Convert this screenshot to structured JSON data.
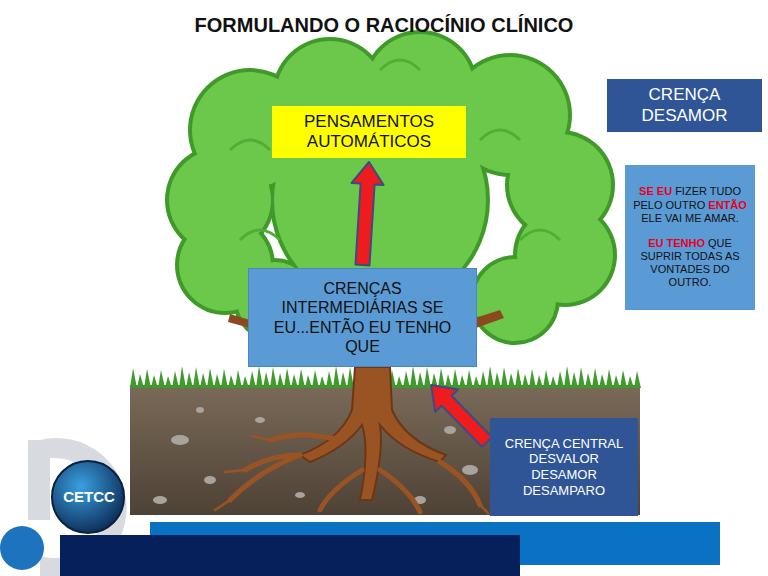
{
  "diagram": {
    "title": "FORMULANDO O RACIOCÍNIO CLÍNICO",
    "nodes": [
      {
        "text": [
          "PENSAMENTOS AUTOMÁTICOS"
        ]
      },
      {
        "text": [
          "CRENÇAS INTERMEDIÁRIAS SE EU...ENTÃO EU TENHO QUE"
        ]
      },
      {
        "text": [
          "CRENÇA CENTRAL DESVALOR DESAMOR DESAMPARO"
        ]
      },
      {
        "text": [
          "CRENÇA DESAMOR"
        ]
      },
      {
        "text": [
          "SE EU",
          "FIZER TUDO PELO OUTRO",
          "ENTÃO",
          "ELE VAI ME AMAR.",
          "EU TENHO",
          "QUE SUPRIR TODAS AS VONTADES DO OUTRO."
        ]
      }
    ],
    "edges": [
      {
        "from": 1,
        "to": 0,
        "arrow": "to"
      },
      {
        "from": 2,
        "to": 1,
        "arrow": "to"
      }
    ],
    "labels": [
      "CETCC"
    ]
  }
}
